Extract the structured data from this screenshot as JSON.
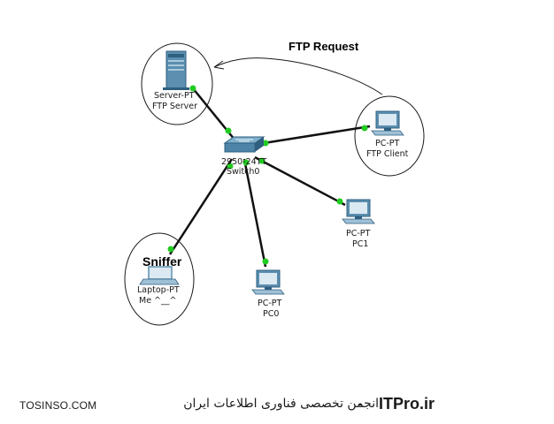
{
  "diagram": {
    "request_label": "FTP Request",
    "sniffer_label": "Sniffer",
    "nodes": {
      "server": {
        "type": "Server-PT",
        "name": "FTP Server",
        "type_label_visible": "Server-PT"
      },
      "switch": {
        "type": "2950-24TT",
        "name": "Switch0"
      },
      "ftp_client": {
        "type": "PC-PT",
        "name": "FTP Client"
      },
      "pc1": {
        "type": "PC-PT",
        "name": "PC1"
      },
      "pc0": {
        "type": "PC-PT",
        "name": "PC0"
      },
      "laptop": {
        "type": "Laptop-PT",
        "name": "Me ^__^"
      }
    },
    "colors": {
      "link": "#111111",
      "link_up_dot": "#22cc22",
      "device_body": "#5c8fb0",
      "device_dark": "#2f5f7f"
    }
  },
  "footer": {
    "site": "TOSINSO.COM",
    "org": "انجمن تخصصی فناوری اطلاعات ایران",
    "separator": "-",
    "brand": "ITPro.ir"
  }
}
